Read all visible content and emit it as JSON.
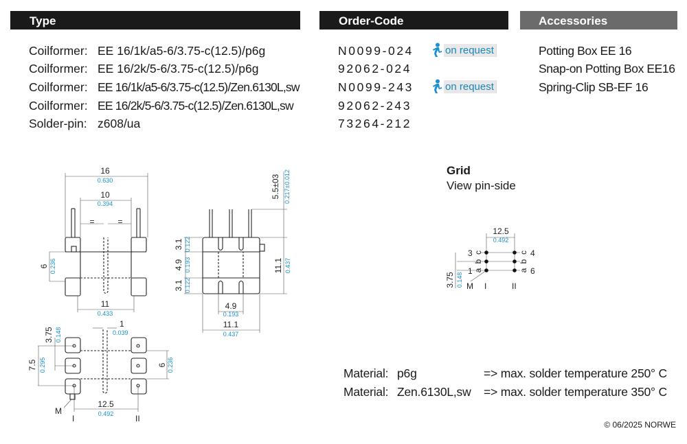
{
  "headers": {
    "type": "Type",
    "order_code": "Order-Code",
    "accessories": "Accessories"
  },
  "types": [
    {
      "label": "Coilformer:",
      "value": "EE 16/1k/a5-6/3.75-c(12.5)/p6g"
    },
    {
      "label": "Coilformer:",
      "value": "EE 16/2k/5-6/3.75-c(12.5)/p6g"
    },
    {
      "label": "Coilformer:",
      "value": "EE 16/1k/a5-6/3.75-c(12.5)/Zen.6130L,sw"
    },
    {
      "label": "Coilformer:",
      "value": "EE 16/2k/5-6/3.75-c(12.5)/Zen.6130L,sw"
    },
    {
      "label": "Solder-pin:",
      "value": "z608/ua"
    }
  ],
  "order_codes": [
    "N0099-024",
    "92062-024",
    "N0099-243",
    "92062-243",
    "73264-212"
  ],
  "on_request_label": "on request",
  "on_request_icon": "running-person-icon",
  "accessories": [
    "Potting Box EE 16",
    "Snap-on Potting Box EE16",
    "Spring-Clip SB-EF 16"
  ],
  "grid": {
    "title": "Grid",
    "subtitle": "View pin-side"
  },
  "materials": [
    {
      "label": "Material:",
      "name": "p6g",
      "note": "=> max. solder temperature 250° C"
    },
    {
      "label": "Material:",
      "name": "Zen.6130L,sw",
      "note": "=> max. solder temperature 350° C"
    }
  ],
  "copyright": "© 06/2025 NORWE",
  "drawing": {
    "front": {
      "w16": "16",
      "w16_in": "0.630",
      "w10": "10",
      "w10_in": "0.394",
      "eq": "=",
      "h6": "6",
      "h6_in": "0.236",
      "w11": "11",
      "w11_in": "0.433"
    },
    "side": {
      "pin": "5.5±03",
      "pin_in": "0.217±0.012",
      "a": "3.1",
      "a_in": "0.122",
      "b": "4.9",
      "b_in": "0.193",
      "h": "11.1",
      "h_in": "0.437",
      "w49": "4.9",
      "w49_in": "0.193",
      "w111": "11.1",
      "w111_in": "0.437"
    },
    "bottom": {
      "p1": "1",
      "p1_in": "0.039",
      "p375": "3.75",
      "p375_in": "0.148",
      "p75": "7.5",
      "p75_in": "0.295",
      "p6": "6",
      "p6_in": "0.236",
      "p125": "12.5",
      "p125_in": "0.492",
      "m": "M",
      "r1": "I",
      "r2": "II"
    },
    "gridview": {
      "p125": "12.5",
      "p125_in": "0.492",
      "p375": "3.75",
      "p375_in": "0.148",
      "n3": "3",
      "n1": "1",
      "n4": "4",
      "n6": "6",
      "a": "a",
      "b": "b",
      "c": "c",
      "m": "M",
      "r1": "I",
      "r2": "II"
    }
  }
}
